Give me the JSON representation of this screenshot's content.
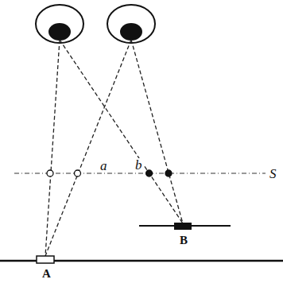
{
  "diagram": {
    "labels": [
      "a",
      "b",
      "S",
      "A",
      "B"
    ]
  }
}
